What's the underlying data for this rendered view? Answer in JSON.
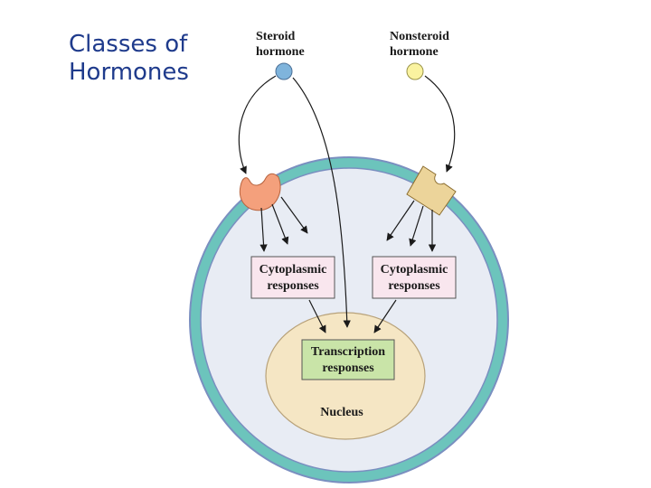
{
  "slide": {
    "title_line1": "Classes of",
    "title_line2": "Hormones"
  },
  "diagram": {
    "steroid_label_1": "Steroid",
    "steroid_label_2": "hormone",
    "nonsteroid_label_1": "Nonsteroid",
    "nonsteroid_label_2": "hormone",
    "cyto_left_1": "Cytoplasmic",
    "cyto_left_2": "responses",
    "cyto_right_1": "Cytoplasmic",
    "cyto_right_2": "responses",
    "transcription_1": "Transcription",
    "transcription_2": "responses",
    "nucleus": "Nucleus"
  },
  "colors": {
    "title": "#1f3b8c",
    "membrane": "#6cc4bc",
    "membrane_edge": "#7a8fc0",
    "cytoplasm": "#e8ecf4",
    "nucleus": "#f5e6c4",
    "steroid_hormone": "#7fb4dc",
    "nonsteroid_hormone": "#faf3a0",
    "receptor_left": "#f4a07c",
    "receptor_right": "#ecd49a",
    "response_box": "#f9e6ee",
    "transcription_box": "#c9e4a8"
  }
}
